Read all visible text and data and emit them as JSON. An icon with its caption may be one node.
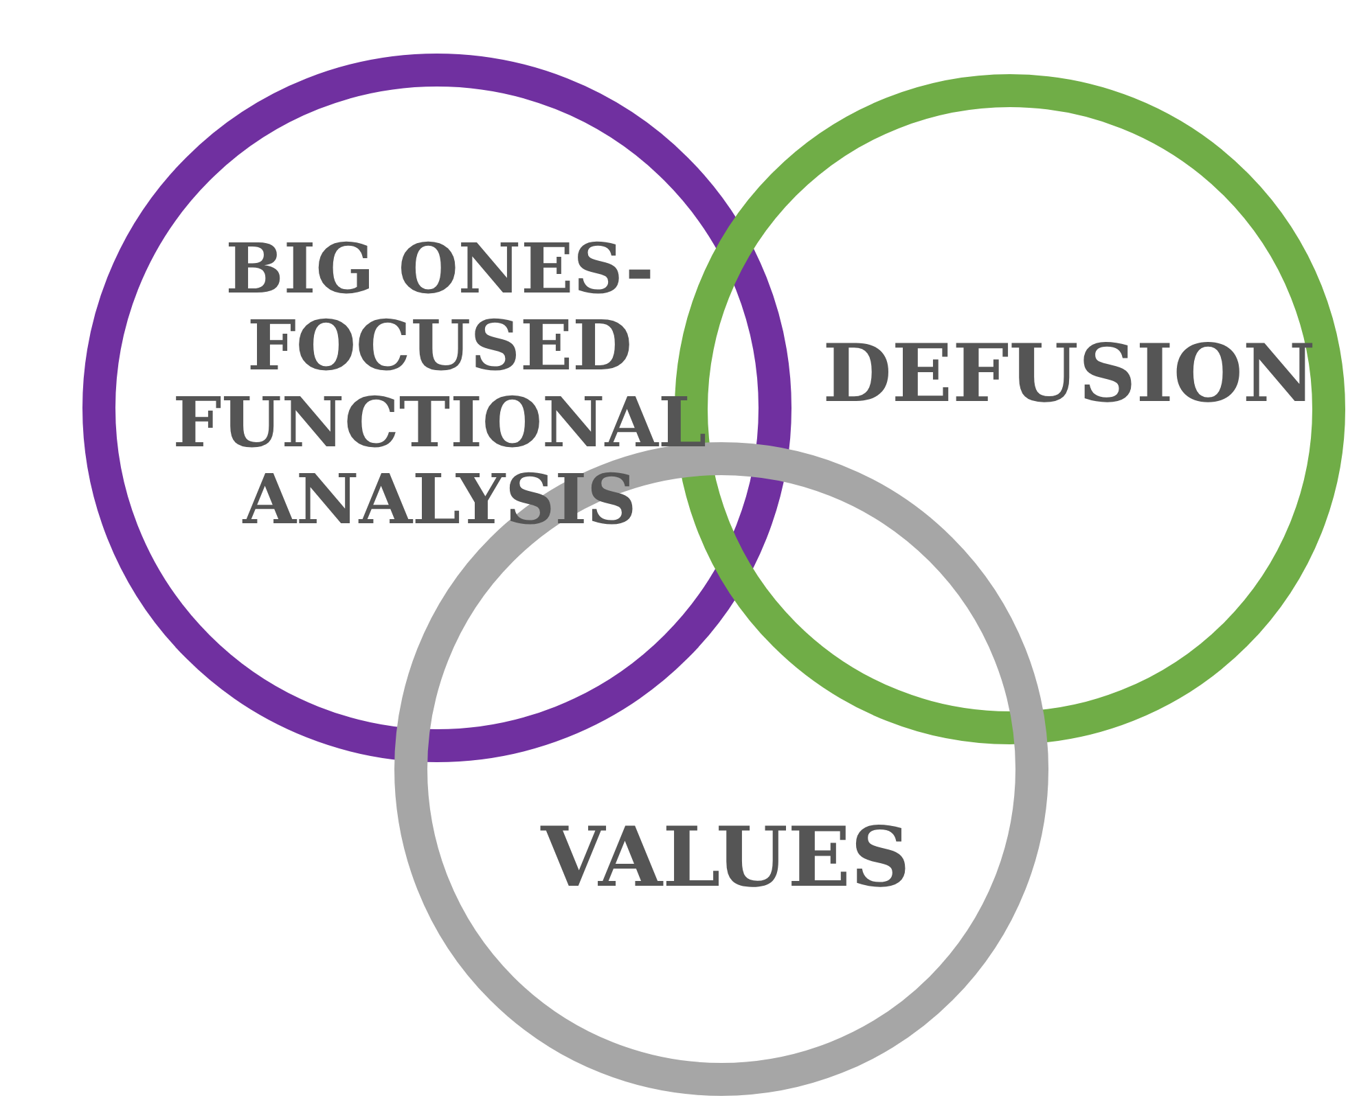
{
  "diagram": {
    "nodes": [
      {
        "text": [
          "BIG ONES-FOCUSED FUNCTIONAL ANALYSIS"
        ]
      },
      {
        "text": [
          "DEFUSION"
        ]
      },
      {
        "text": [
          "VALUES"
        ]
      }
    ]
  }
}
